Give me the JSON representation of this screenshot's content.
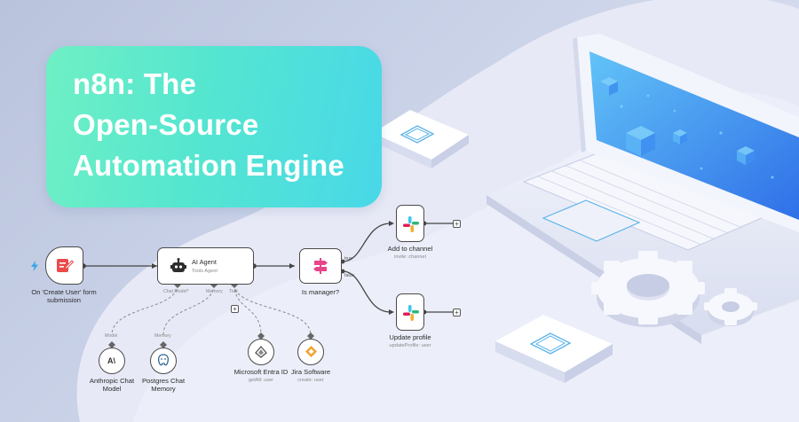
{
  "hero": {
    "title_lines": [
      "n8n: The",
      "Open-Source",
      "Automation Engine"
    ]
  },
  "colors": {
    "title_card_start": "#6ff0c4",
    "title_card_end": "#48d8e8",
    "node_border": "#4a4a4a",
    "slack_red": "#e01e5a",
    "jira_blue": "#2684ff",
    "trigger_red": "#ea4b4b",
    "if_pink": "#e8458b",
    "laptop_screen": "#3f8ef0"
  },
  "workflow": {
    "trigger": {
      "label": "On 'Create User' form submission",
      "label_line1": "On 'Create User' form",
      "label_line2": "submission",
      "icon": "form-icon",
      "badge_icon": "lightning-icon"
    },
    "agent": {
      "title": "AI Agent",
      "subtitle": "Tools Agent",
      "icon": "robot-icon",
      "ports": {
        "chat_model": "Chat Model*",
        "memory": "Memory",
        "tool": "Tool"
      }
    },
    "decision": {
      "label": "Is manager?",
      "icon": "signpost-icon",
      "true_label": "true",
      "false_label": "false"
    },
    "add_channel": {
      "label": "Add to channel",
      "subtitle": "invite: channel",
      "icon": "slack-icon"
    },
    "update_profile": {
      "label": "Update profile",
      "subtitle": "updateProfile: user",
      "icon": "slack-icon"
    },
    "chat_model": {
      "connector": "Model",
      "label_line1": "Anthropic Chat",
      "label_line2": "Model",
      "icon": "anthropic-icon"
    },
    "memory": {
      "connector": "Memory",
      "label_line1": "Postgres Chat",
      "label_line2": "Memory",
      "icon": "postgres-icon"
    },
    "entra": {
      "label": "Microsoft Entra ID",
      "subtitle": "getAll: user",
      "icon": "entra-icon"
    },
    "jira": {
      "label": "Jira Software",
      "subtitle": "create: user",
      "icon": "jira-icon"
    }
  }
}
